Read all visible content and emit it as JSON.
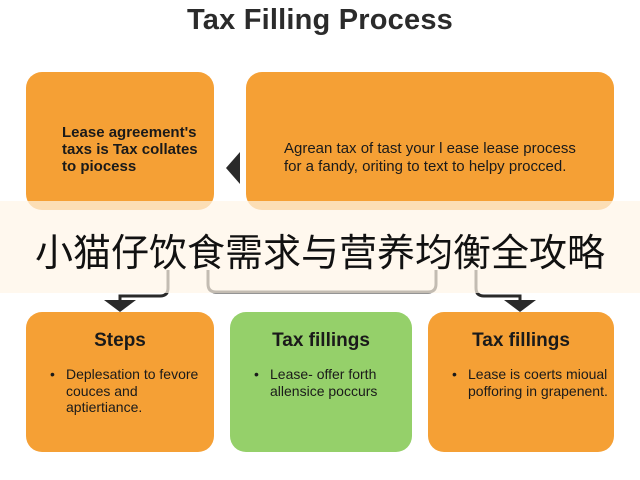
{
  "title": "Tax Filling Process",
  "boxes": {
    "top_left": {
      "text": "Lease agreement's taxs is Tax collates to piocess"
    },
    "top_right": {
      "text": "Agrean tax of tast your l ease lease process for a fandy, oriting to text to helpy procced."
    },
    "steps": {
      "heading": "Steps",
      "body": "Deplesation to fevore couces and aptiertiance."
    },
    "tax_mid": {
      "heading": "Tax fillings",
      "body": "Lease- offer forth allensice poccurs"
    },
    "tax_right": {
      "heading": "Tax fillings",
      "body": "Lease is coerts mioual pofforing in grapenent."
    }
  },
  "bullet_glyph": "•",
  "overlay_caption": "小猫仔饮食需求与营养均衡全攻略",
  "colors": {
    "orange": "#f5a035",
    "green": "#95d06a",
    "connector": "#2a2a2a"
  }
}
